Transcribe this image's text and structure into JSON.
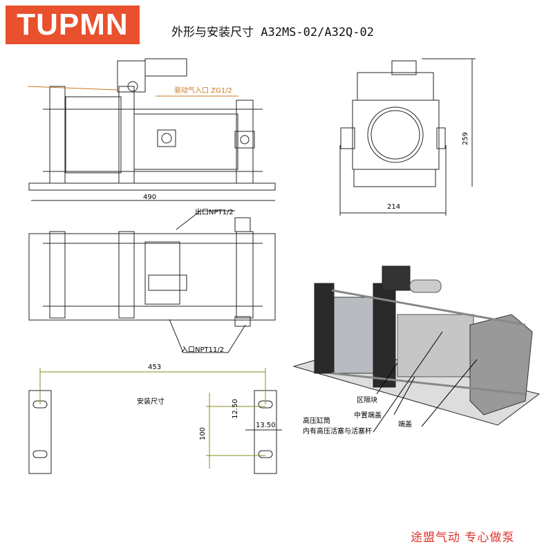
{
  "logo": "TUPMN",
  "title": "外形与安装尺寸 A32MS-02/A32Q-02",
  "labels": {
    "drive_air_inlet": "驱动气入口 ZG1/2",
    "outlet": "出口NPT1/2",
    "inlet": "入口NPT11/2",
    "mounting": "安装尺寸",
    "spacer_block": "区隔块",
    "center_cap": "中置端盖",
    "hp_cylinder_1": "高压缸筒",
    "hp_cylinder_2": "内有高压活塞与活塞杆",
    "end_cap": "端盖"
  },
  "dimensions": {
    "length": "490",
    "width": "214",
    "height": "259",
    "mount_span": "453",
    "slot_offset": "12.50",
    "slot_width": "13.50",
    "slot_pitch": "100"
  },
  "footer": "途盟气动 专心做泵",
  "colors": {
    "brand": "#e8502e",
    "leader": "#c8781e",
    "dim": "#8a8a1e",
    "footer": "#e0312a"
  }
}
